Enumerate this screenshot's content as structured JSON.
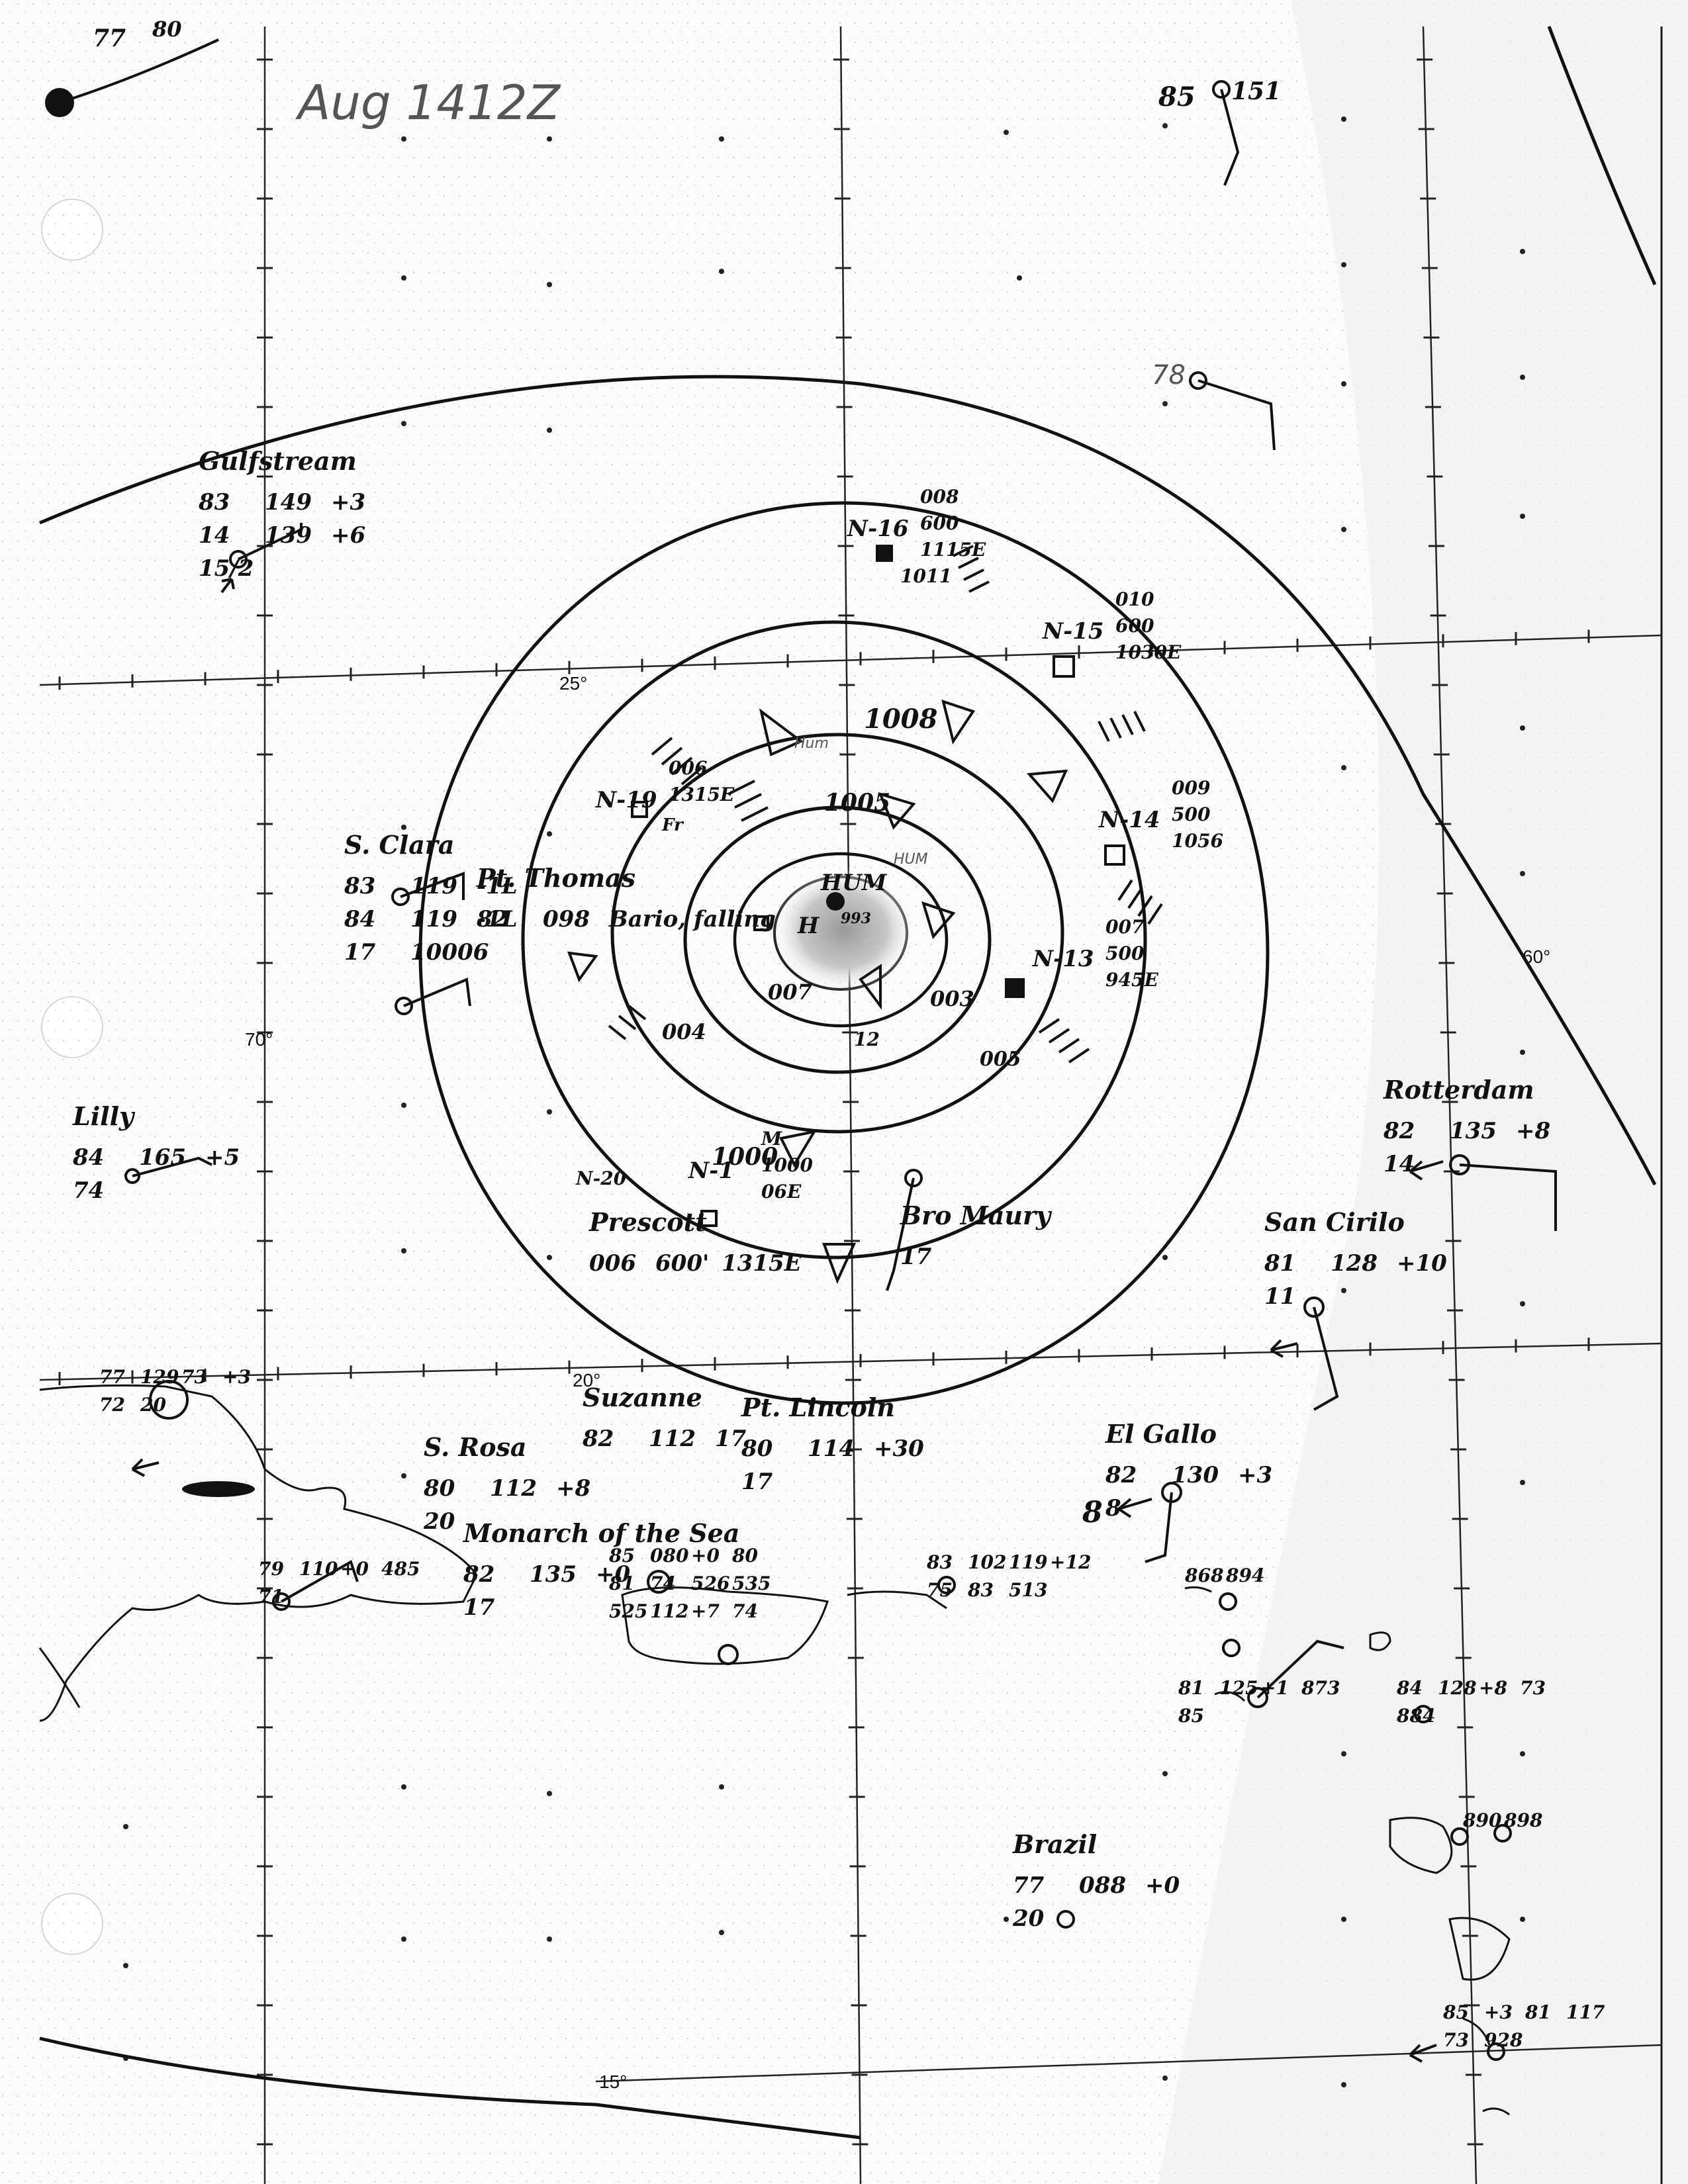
{
  "title": "Aug 1412Z",
  "latitude_labels": [
    "25°",
    "20°",
    "15°"
  ],
  "longitude_labels": [
    "70°",
    "60°"
  ],
  "hurricane_center": {
    "center_label": "HUM",
    "pressure_label": "993",
    "label_h": "H"
  },
  "ships": [
    {
      "name": "Gulfstream",
      "code": "",
      "data": [
        "83",
        "149",
        "+3",
        "14",
        "139",
        "+6",
        "15/2"
      ]
    },
    {
      "name": "S. Clara",
      "code": "",
      "data": [
        "83",
        "119",
        "-1L",
        "84",
        "119",
        "-1L",
        "17",
        "10006"
      ]
    },
    {
      "name": "Pt. Thomas",
      "code": "",
      "data": [
        "82",
        "098",
        "Bario, falling"
      ]
    },
    {
      "name": "Lilly",
      "code": "",
      "data": [
        "84",
        "165",
        "+5",
        "74"
      ]
    },
    {
      "name": "Prescott",
      "code": "N-20",
      "data": [
        "006",
        "600'",
        "1315E"
      ]
    },
    {
      "name": "Suzanne",
      "code": "",
      "data": [
        "82",
        "112",
        "17"
      ]
    },
    {
      "name": "Pt. Lincoln",
      "code": "",
      "data": [
        "80",
        "114",
        "+30",
        "17"
      ]
    },
    {
      "name": "S. Rosa",
      "code": "",
      "data": [
        "80",
        "112",
        "+8",
        "20"
      ]
    },
    {
      "name": "Monarch of the Sea",
      "code": "",
      "data": [
        "82",
        "135",
        "+0",
        "17"
      ]
    },
    {
      "name": "Bro Maury",
      "code": "",
      "data": [
        "17"
      ]
    },
    {
      "name": "Rotterdam",
      "code": "",
      "data": [
        "82",
        "135",
        "+8",
        "14"
      ]
    },
    {
      "name": "San Cirilo",
      "code": "",
      "data": [
        "81",
        "128",
        "+10",
        "11"
      ]
    },
    {
      "name": "El Gallo",
      "code": "",
      "data": [
        "82",
        "130",
        "+3",
        "8"
      ]
    },
    {
      "name": "Brazil",
      "code": "",
      "data": [
        "77",
        "088",
        "+0",
        "20"
      ]
    }
  ],
  "recon_obs": [
    {
      "id": "N-16",
      "data": [
        "008",
        "600",
        "1115E",
        "1011"
      ]
    },
    {
      "id": "N-15",
      "data": [
        "010",
        "600",
        "1030E"
      ]
    },
    {
      "id": "N-14",
      "data": [
        "009",
        "500",
        "1056"
      ]
    },
    {
      "id": "N-13",
      "data": [
        "007",
        "500",
        "945E"
      ]
    },
    {
      "id": "N-19",
      "data": [
        "006",
        "1315E"
      ]
    },
    {
      "id": "N-1",
      "data": [
        "M",
        "1000",
        "06E"
      ]
    }
  ],
  "isobar_labels": [
    "1008",
    "1005",
    "1000",
    "004",
    "003",
    "005",
    "007",
    "12"
  ],
  "misc_labels": [
    "78",
    "85",
    "151",
    "77",
    "80",
    "8",
    "Fr",
    "Hum",
    "HUM"
  ],
  "island_stations": [
    {
      "obs": [
        "77",
        "129",
        "73",
        "+3",
        "72",
        "20"
      ]
    },
    {
      "obs": [
        "79",
        "110",
        "+0",
        "485",
        "71"
      ]
    },
    {
      "obs": [
        "85",
        "080",
        "+0",
        "80",
        "81",
        "74",
        "526",
        "535",
        "525",
        "112",
        "+7",
        "74"
      ]
    },
    {
      "obs": [
        "83",
        "102",
        "119",
        "+12",
        "75",
        "83",
        "513"
      ]
    },
    {
      "obs": [
        "868",
        "894"
      ]
    },
    {
      "obs": [
        "81",
        "125",
        "+1",
        "873",
        "85"
      ]
    },
    {
      "obs": [
        "84",
        "128",
        "+8",
        "73",
        "884"
      ]
    },
    {
      "obs": [
        "890",
        "898"
      ]
    },
    {
      "obs": [
        "85",
        "+3",
        "81",
        "117",
        "73",
        "928"
      ]
    }
  ]
}
